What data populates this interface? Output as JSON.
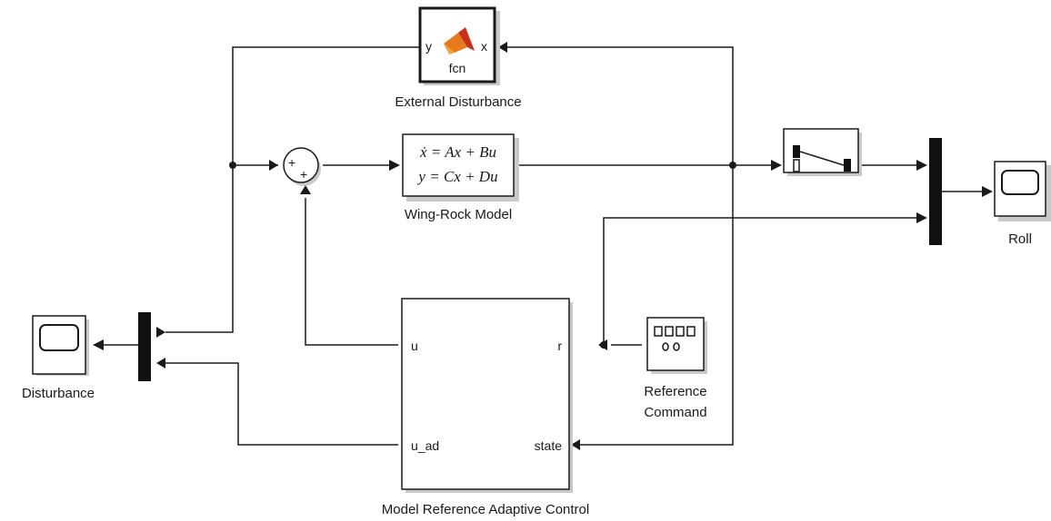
{
  "blocks": {
    "external_disturbance": {
      "label": "External Disturbance",
      "input_port": "x",
      "output_port": "y",
      "fcn": "fcn"
    },
    "wing_rock": {
      "label": "Wing-Rock Model",
      "eq1": "ẋ = Ax + Bu",
      "eq2": "y = Cx + Du"
    },
    "sum": {
      "sign1": "+",
      "sign2": "+"
    },
    "mrac": {
      "label": "Model Reference Adaptive Control",
      "port_u": "u",
      "port_u_ad": "u_ad",
      "port_r": "r",
      "port_state": "state"
    },
    "reference_command": {
      "label_line1": "Reference",
      "label_line2": "Command"
    },
    "roll_scope": {
      "label": "Roll"
    },
    "disturbance_scope": {
      "label": "Disturbance"
    },
    "manual_switch": {
      "label": ""
    }
  },
  "colors": {
    "matlab_logo_orange": "#e87a1e",
    "matlab_logo_red": "#c7311c",
    "shadow": "#c9c9c9"
  }
}
